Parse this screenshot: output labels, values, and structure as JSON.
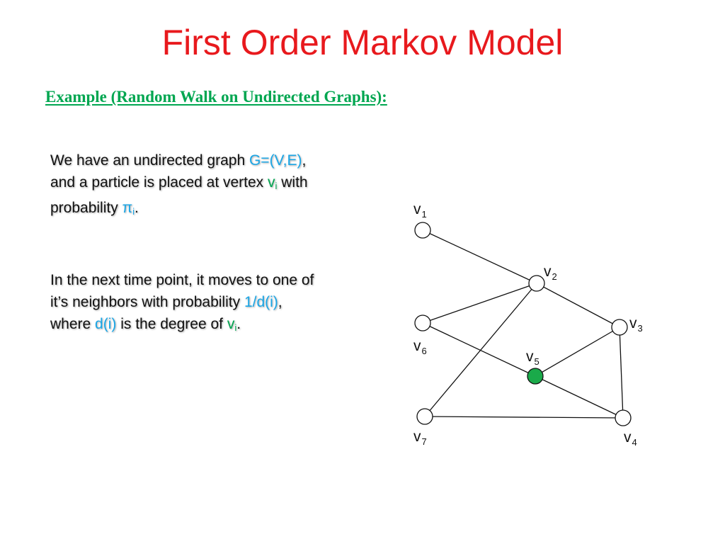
{
  "slide": {
    "title": "First Order Markov Model",
    "subtitle": "Example (Random Walk on Undirected Graphs):",
    "para1": {
      "line1_a": "We have an undirected graph ",
      "line1_hl": "G=(V,E)",
      "line1_b": ",",
      "line2_a": "and a particle is placed at vertex ",
      "line2_v": "v",
      "line2_sub": "i",
      "line2_b": " with",
      "line3_a": "probability ",
      "line3_pi": "π",
      "line3_sub": "i",
      "line3_b": "."
    },
    "para2": {
      "line1": "In the next time point, it moves to one of",
      "line2_a": "it’s neighbors with probability ",
      "line2_hl": "1/d(i)",
      "line2_b": ",",
      "line3_a": "where ",
      "line3_hl": "d(i)",
      "line3_b": " is the degree of ",
      "line3_v": "v",
      "line3_sub": "i",
      "line3_c": "."
    }
  },
  "graph": {
    "colors": {
      "highlight_node": "#1aaa4a",
      "node_fill": "#ffffff",
      "edge": "#111111"
    },
    "nodes": [
      {
        "id": "v1",
        "label": "v",
        "sub": "1",
        "highlighted": false
      },
      {
        "id": "v2",
        "label": "v",
        "sub": "2",
        "highlighted": false
      },
      {
        "id": "v3",
        "label": "v",
        "sub": "3",
        "highlighted": false
      },
      {
        "id": "v4",
        "label": "v",
        "sub": "4",
        "highlighted": false
      },
      {
        "id": "v5",
        "label": "v",
        "sub": "5",
        "highlighted": true
      },
      {
        "id": "v6",
        "label": "v",
        "sub": "6",
        "highlighted": false
      },
      {
        "id": "v7",
        "label": "v",
        "sub": "7",
        "highlighted": false
      }
    ],
    "edges": [
      [
        "v1",
        "v2"
      ],
      [
        "v2",
        "v6"
      ],
      [
        "v2",
        "v3"
      ],
      [
        "v2",
        "v7"
      ],
      [
        "v6",
        "v5"
      ],
      [
        "v5",
        "v4"
      ],
      [
        "v5",
        "v3"
      ],
      [
        "v3",
        "v4"
      ],
      [
        "v7",
        "v4"
      ]
    ]
  }
}
